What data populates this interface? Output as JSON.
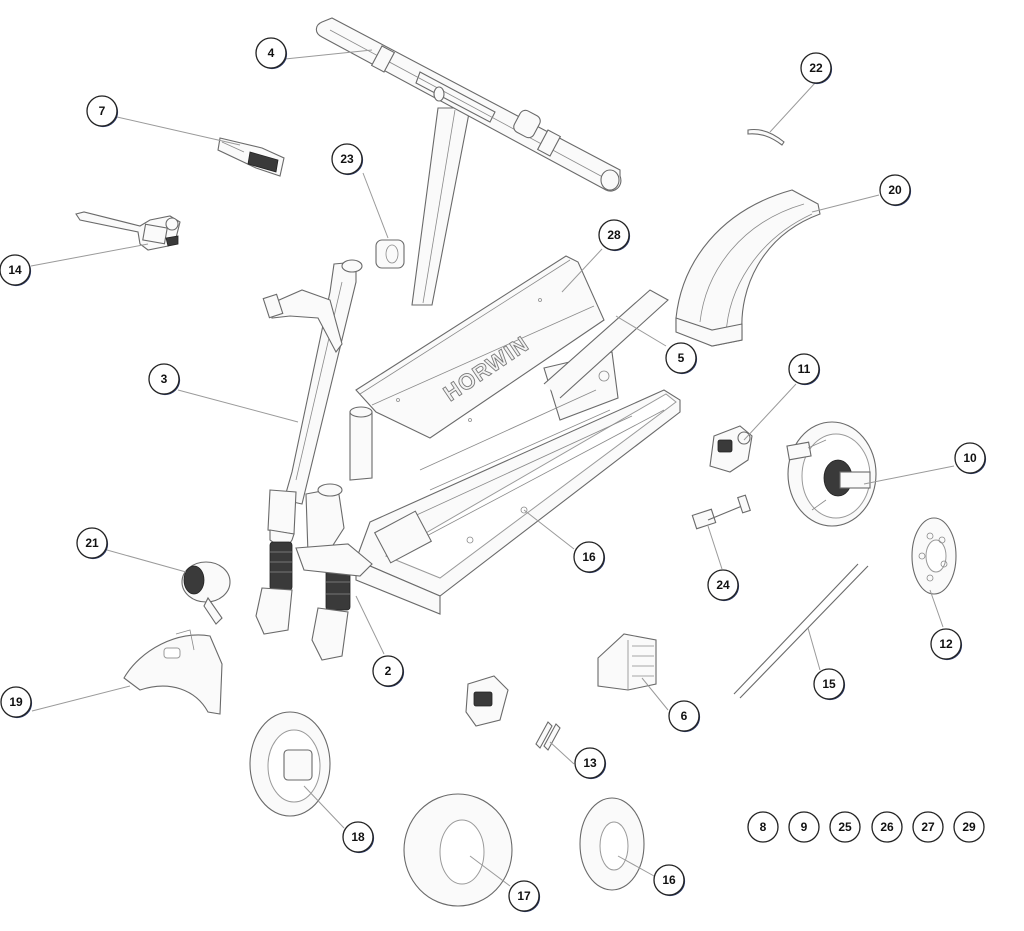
{
  "brand_label": "HORWIN",
  "callouts": {
    "c4": "4",
    "c7": "7",
    "c14": "14",
    "c23": "23",
    "c22": "22",
    "c20": "20",
    "c28": "28",
    "c5": "5",
    "c3": "3",
    "c11": "11",
    "c10": "10",
    "c21": "21",
    "c16a": "16",
    "c24": "24",
    "c12": "12",
    "c2": "2",
    "c19": "19",
    "c6": "6",
    "c15": "15",
    "c13": "13",
    "c18": "18",
    "c17": "17",
    "c16b": "16",
    "c8": "8",
    "c9": "9",
    "c25": "25",
    "c26": "26",
    "c27": "27",
    "c29": "29"
  }
}
